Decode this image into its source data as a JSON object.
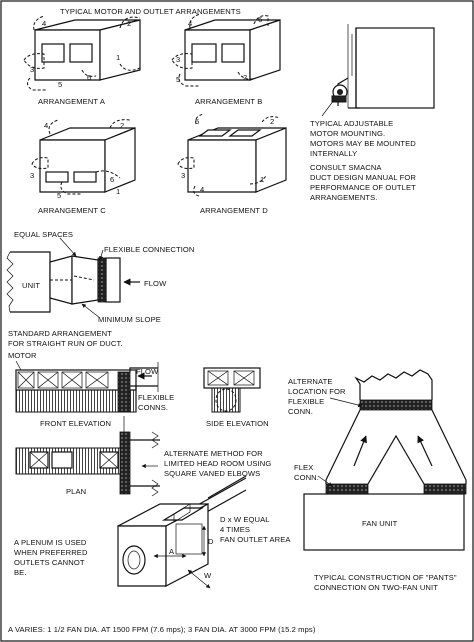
{
  "title": "TYPICAL MOTOR AND OUTLET ARRANGEMENTS",
  "arrangements": [
    {
      "label": "ARRANGEMENT A"
    },
    {
      "label": "ARRANGEMENT B"
    },
    {
      "label": "ARRANGEMENT C"
    },
    {
      "label": "ARRANGEMENT D"
    }
  ],
  "motor_mount_note": [
    "TYPICAL ADJUSTABLE",
    "MOTOR MOUNTING.",
    "MOTORS MAY BE MOUNTED",
    "INTERNALLY"
  ],
  "smacna_note": [
    "CONSULT SMACNA",
    "DUCT DESIGN MANUAL FOR",
    "PERFORMANCE OF OUTLET",
    "ARRANGEMENTS."
  ],
  "standard": {
    "equal_spaces": "EQUAL SPACES",
    "flexible_connection": "FLEXIBLE CONNECTION",
    "unit": "UNIT",
    "flow": "FLOW",
    "minimum_slope": "MINIMUM SLOPE",
    "caption": [
      "STANDARD ARRANGEMENT",
      "FOR STRAIGHT RUN OF DUCT."
    ]
  },
  "elbows": {
    "motor": "MOTOR",
    "flow": "FLOW",
    "flexible_conns": [
      "FLEXIBLE",
      "CONNS."
    ],
    "front_elevation": "FRONT ELEVATION",
    "side_elevation": "SIDE ELEVATION",
    "alternate_method": [
      "ALTERNATE METHOD FOR",
      "LIMITED HEAD ROOM USING",
      "SQUARE VANED ELBOWS"
    ],
    "plan": "PLAN"
  },
  "pants": {
    "alternate_location": [
      "ALTERNATE",
      "LOCATION FOR",
      "FLEXIBLE",
      "CONN."
    ],
    "flex_conn": [
      "FLEX",
      "CONN."
    ],
    "fan_unit": "FAN UNIT",
    "caption": [
      "TYPICAL CONSTRUCTION OF \"PANTS\"",
      "CONNECTION ON TWO-FAN UNIT"
    ]
  },
  "plenum": {
    "note": [
      "A PLENUM IS USED",
      "WHEN PREFERRED",
      "OUTLETS CANNOT",
      "BE."
    ],
    "dim_note": [
      "D x W EQUAL",
      "4 TIMES",
      "FAN OUTLET AREA"
    ],
    "a": "A",
    "d": "D",
    "w": "W"
  },
  "markers": [
    "1",
    "2",
    "3",
    "4",
    "5",
    "6"
  ],
  "footer": "A VARIES:  1 1/2 FAN DIA. AT 1500 FPM (7.6 mps); 3 FAN DIA. AT 3000 FPM (15.2 mps)"
}
